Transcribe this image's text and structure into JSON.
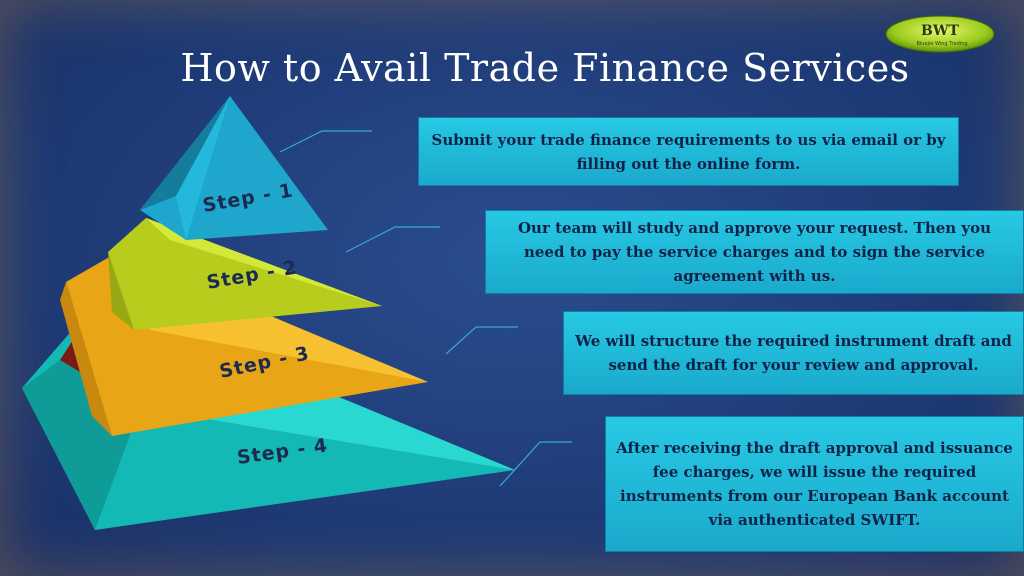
{
  "title": "How to Avail Trade Finance Services",
  "logo": {
    "name": "BWT",
    "tagline": "Bluejie Wing Trading"
  },
  "pyramid": {
    "steps": [
      "Step - 1",
      "Step - 2",
      "Step - 3",
      "Step - 4"
    ]
  },
  "descriptions": [
    "Submit your trade finance requirements to us via email or by filling out the online form.",
    "Our team will study and approve your request. Then you need to pay the service charges and to sign the service agreement with us.",
    "We will structure the required instrument draft and send the draft for your review and approval.",
    "After receiving the draft approval and issuance fee charges, we will issue the required instruments from our European Bank account via authenticated SWIFT."
  ],
  "colors": {
    "background": "#1f3c78",
    "step1": "#2bb8dc",
    "step2": "#c8dc2a",
    "step3": "#f0b020",
    "step4": "#1fd0cc",
    "box": "#22b9dc"
  }
}
